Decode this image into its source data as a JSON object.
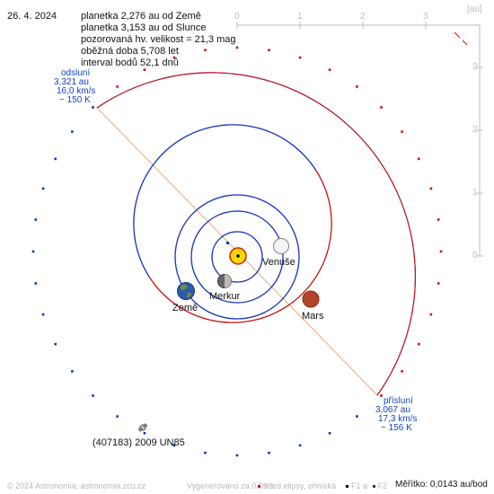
{
  "date": "26. 4. 2024",
  "info_lines": [
    "planetka 2,276 au od Země",
    "planetka 3,153 au od Slunce",
    "pozorovaná hv. velikost = 21,3 mag",
    "oběžná doba 5,708 let",
    "interval bodů 52,1 dnů"
  ],
  "axis_unit": "[au]",
  "x_ticks": [
    "0",
    "1",
    "2",
    "3"
  ],
  "y_ticks": [
    "3",
    "2",
    "1",
    "0"
  ],
  "aphelion": {
    "title": "odsluní",
    "distance": "3,321 au",
    "speed": "16,0 km/s",
    "temp": "~ 150 K"
  },
  "perihelion": {
    "title": "přísluní",
    "distance": "3,067 au",
    "speed": "17,3 km/s",
    "temp": "~ 156 K"
  },
  "planets": {
    "mercury": "Merkur",
    "venus": "Venuše",
    "earth": "Země",
    "mars": "Mars"
  },
  "asteroid_name": "(407183) 2009 UN85",
  "footer": {
    "copyright": "© 2024 Astronomia, astronomia.zcu.cz",
    "generated": "Vygenerováno za 0,09 s",
    "legend_center": "střed elipsy, ohniska",
    "legend_f1": "F1",
    "legend_a": "a",
    "legend_f2": "F2",
    "scale": "Měřítko: 0,0143 au/bod"
  },
  "colors": {
    "orbit_red": "#cc1111",
    "orbit_blue": "#1133bb",
    "apsis_line": "#f0a070",
    "sun": "#ffd800",
    "axis": "#bdbdbd"
  }
}
